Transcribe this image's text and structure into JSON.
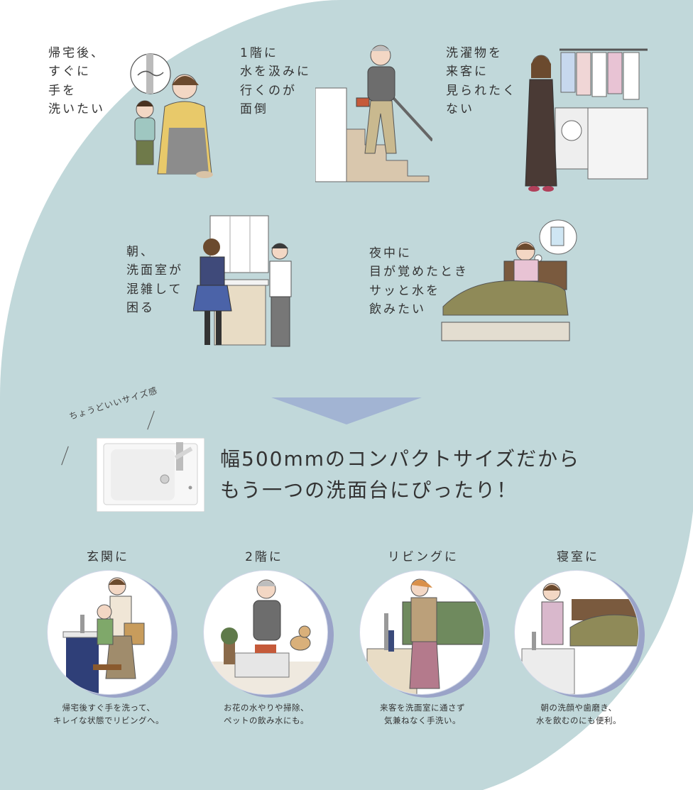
{
  "colors": {
    "background_blob": "#c1d8da",
    "arrow": "#a2b4d3",
    "circle_shadow": "#9aa3c8",
    "text": "#333333"
  },
  "scenes": [
    {
      "lines": [
        "帰宅後、",
        "すぐに",
        "手を",
        "洗いたい"
      ]
    },
    {
      "lines": [
        "1階に",
        "水を汲みに",
        "行くのが",
        "面倒"
      ]
    },
    {
      "lines": [
        "洗濯物を",
        "来客に",
        "見られたく",
        "ない"
      ]
    },
    {
      "lines": [
        "朝、",
        "洗面室が",
        "混雑して",
        "困る"
      ]
    },
    {
      "lines": [
        "夜中に",
        "目が覚めたとき",
        "サッと水を",
        "飲みたい"
      ]
    }
  ],
  "arrow_icon": "down-triangle-icon",
  "product": {
    "tagline": "ちょうどいいサイズ感",
    "headline_lines": [
      "幅500mmのコンパクトサイズだから",
      "もう一つの洗面台にぴったり！"
    ]
  },
  "places": [
    {
      "label": "玄関に",
      "caption_lines": [
        "帰宅後すぐ手を洗って、",
        "キレイな状態でリビングへ。"
      ]
    },
    {
      "label": "2階に",
      "caption_lines": [
        "お花の水やりや掃除、",
        "ペットの飲み水にも。"
      ]
    },
    {
      "label": "リビングに",
      "caption_lines": [
        "来客を洗面室に通さず",
        "気兼ねなく手洗い。"
      ]
    },
    {
      "label": "寝室に",
      "caption_lines": [
        "朝の洗顔や歯磨き、",
        "水を飲むのにも便利。"
      ]
    }
  ]
}
